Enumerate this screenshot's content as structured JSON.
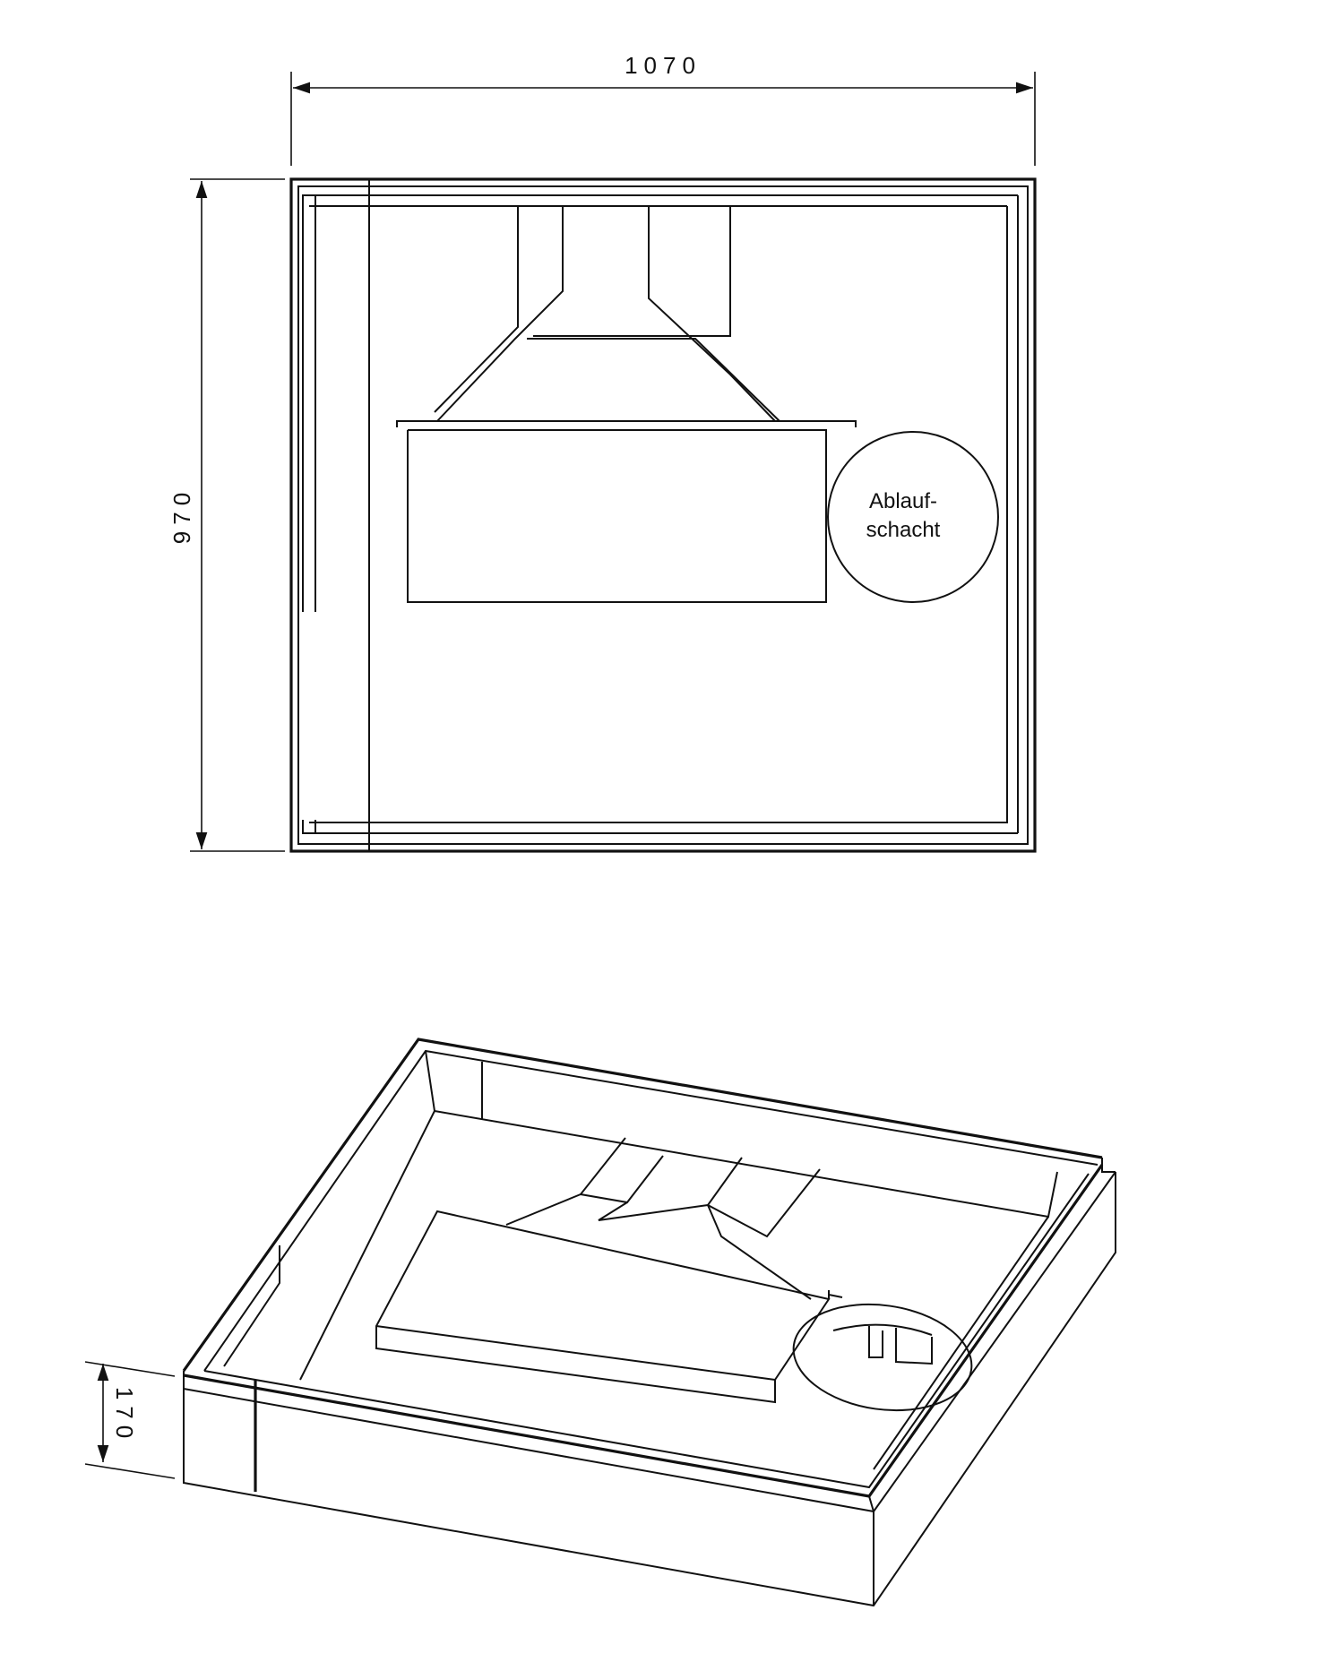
{
  "dimensions": {
    "width": "1070",
    "depth": "970",
    "height": "170"
  },
  "labels": {
    "drain_line1": "Ablauf-",
    "drain_line2": "schacht"
  },
  "colors": {
    "line": "#111111",
    "background": "#ffffff"
  }
}
